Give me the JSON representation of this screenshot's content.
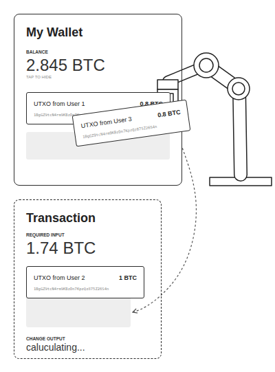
{
  "diagram": {
    "nodes": [
      {
        "text": [
          "My Wallet",
          "BALANCE",
          "2.845 BTC",
          "TAP TO HIDE"
        ]
      },
      {
        "text": [
          "UTXO from User 1",
          "0.8 BTC",
          "1BgGZ9tcN4rm9KBzDn7KpzQz875Z26S4n"
        ],
        "in": 0
      },
      {
        "text": [
          "UTXO from User 3",
          "0.8 BTC",
          "1BgGZ9tcN4rm9KBzDn7KpzQz875Z26S4n"
        ]
      },
      {
        "text": [
          "Transaction",
          "REQUIRED INPUT",
          "1.74 BTC",
          "CHANGE OUTPUT",
          "caluculating..."
        ]
      },
      {
        "text": [
          "UTXO from User 2",
          "1 BTC",
          "1BgGZ9tcN4rm9KBzDn7KpzQz875Z26S4n"
        ],
        "in": 3
      }
    ],
    "edges": [
      {
        "from": 2,
        "to": 3,
        "arrow": "to"
      }
    ]
  }
}
